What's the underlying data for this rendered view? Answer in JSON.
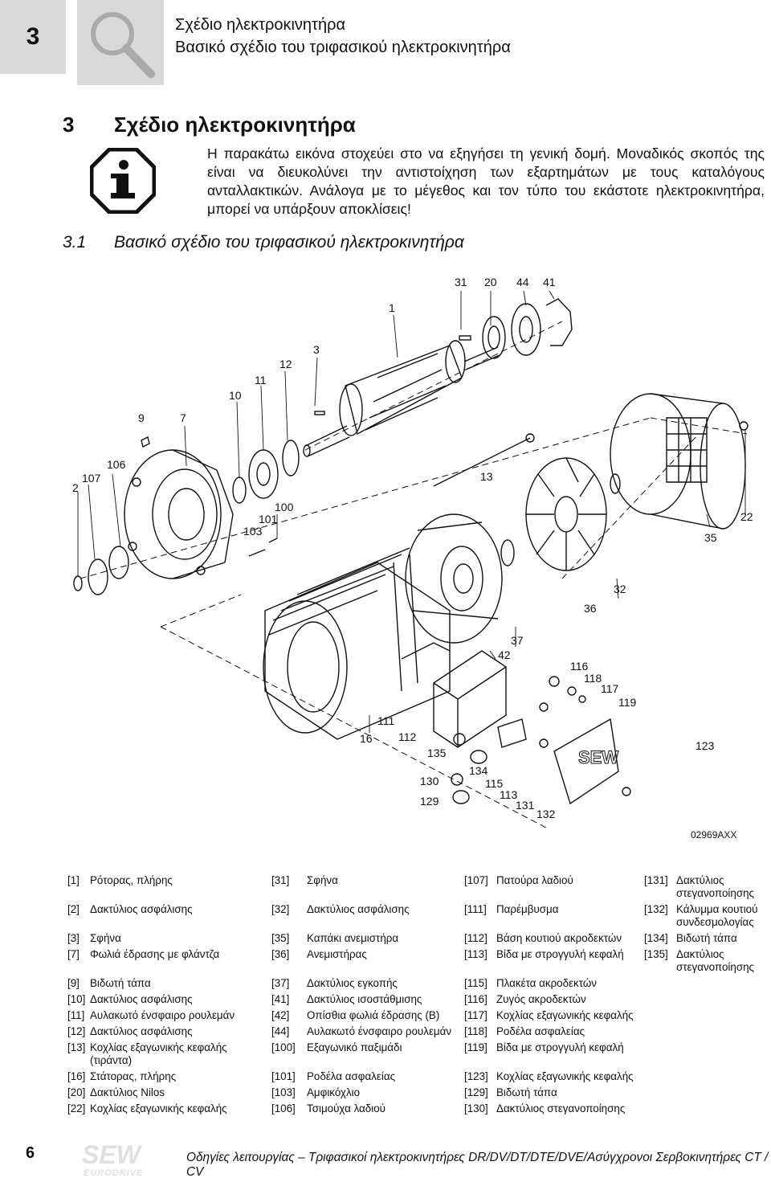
{
  "header": {
    "chapter_number": "3",
    "title": "Σχέδιο ηλεκτροκινητήρα",
    "subtitle": "Βασικό σχέδιο του τριφασικού ηλεκτροκινητήρα",
    "icon": "magnifier-icon"
  },
  "section": {
    "number": "3",
    "title": "Σχέδιο ηλεκτροκινητήρα",
    "icon": "info-icon",
    "intro": "Η παρακάτω εικόνα στοχεύει στο να εξηγήσει τη γενική δομή. Μοναδικός σκοπός της είναι να διευκολύνει την αντιστοίχηση των εξαρτημάτων με τους καταλόγους ανταλλακτικών. Ανάλογα με το μέγεθος και τον τύπο του εκάστοτε ηλεκτροκινητήρα, μπορεί να υπάρξουν αποκλίσεις!"
  },
  "subsection": {
    "number": "3.1",
    "title": "Βασικό σχέδιο του τριφασικού ηλεκτροκινητήρα"
  },
  "drawing": {
    "labels": [
      "1",
      "31",
      "20",
      "44",
      "41",
      "3",
      "12",
      "11",
      "10",
      "9",
      "7",
      "2",
      "107",
      "106",
      "13",
      "100",
      "101",
      "103",
      "22",
      "35",
      "32",
      "36",
      "37",
      "42",
      "116",
      "118",
      "117",
      "119",
      "111",
      "16",
      "112",
      "135",
      "134",
      "130",
      "115",
      "113",
      "129",
      "131",
      "132",
      "123"
    ],
    "code": "02969AXX"
  },
  "parts": [
    [
      [
        "[1]",
        "Ρότορας, πλήρης"
      ],
      [
        "[31]",
        "Σφήνα"
      ],
      [
        "[107]",
        "Πατούρα λαδιού"
      ],
      [
        "[131]",
        "Δακτύλιος στεγανοποίησης"
      ]
    ],
    [
      [
        "[2]",
        "Δακτύλιος ασφάλισης"
      ],
      [
        "[32]",
        "Δακτύλιος ασφάλισης"
      ],
      [
        "[111]",
        "Παρέμβυσμα"
      ],
      [
        "[132]",
        "Κάλυμμα κουτιού συνδεσμολογίας"
      ]
    ],
    [
      [
        "[3]",
        "Σφήνα"
      ],
      [
        "[35]",
        "Καπάκι ανεμιστήρα"
      ],
      [
        "[112]",
        "Βάση κουτιού ακροδεκτών"
      ],
      [
        "[134]",
        "Βιδωτή τάπα"
      ]
    ],
    [
      [
        "[7]",
        "Φωλιά έδρασης με φλάντζα"
      ],
      [
        "[36]",
        "Ανεμιστήρας"
      ],
      [
        "[113]",
        "Βίδα με στρογγυλή κεφαλή"
      ],
      [
        "[135]",
        "Δακτύλιος στεγανοποίησης"
      ]
    ],
    [
      [
        "[9]",
        "Βιδωτή τάπα"
      ],
      [
        "[37]",
        "Δακτύλιος εγκοπής"
      ],
      [
        "[115]",
        "Πλακέτα ακροδεκτών"
      ],
      [
        "",
        ""
      ]
    ],
    [
      [
        "[10]",
        "Δακτύλιος ασφάλισης"
      ],
      [
        "[41]",
        "Δακτύλιος ισοστάθμισης"
      ],
      [
        "[116]",
        "Ζυγός ακροδεκτών"
      ],
      [
        "",
        ""
      ]
    ],
    [
      [
        "[11]",
        "Αυλακωτό ένσφαιρο ρουλεμάν"
      ],
      [
        "[42]",
        "Οπίσθια φωλιά έδρασης (Β)"
      ],
      [
        "[117]",
        "Κοχλίας εξαγωνικής κεφαλής"
      ],
      [
        "",
        ""
      ]
    ],
    [
      [
        "[12]",
        "Δακτύλιος ασφάλισης"
      ],
      [
        "[44]",
        "Αυλακωτό ένσφαιρο ρουλεμάν"
      ],
      [
        "[118]",
        "Ροδέλα ασφαλείας"
      ],
      [
        "",
        ""
      ]
    ],
    [
      [
        "[13]",
        "Κοχλίας εξαγωνικής κεφαλής (τιράντα)"
      ],
      [
        "[100]",
        "Εξαγωνικό παξιμάδι"
      ],
      [
        "[119]",
        "Βίδα με στρογγυλή κεφαλή"
      ],
      [
        "",
        ""
      ]
    ],
    [
      [
        "[16]",
        "Στάτορας, πλήρης"
      ],
      [
        "[101]",
        "Ροδέλα ασφαλείας"
      ],
      [
        "[123]",
        "Κοχλίας εξαγωνικής κεφαλής"
      ],
      [
        "",
        ""
      ]
    ],
    [
      [
        "[20]",
        "Δακτύλιος Nilos"
      ],
      [
        "[103]",
        "Αμφικόχλιο"
      ],
      [
        "[129]",
        "Βιδωτή τάπα"
      ],
      [
        "",
        ""
      ]
    ],
    [
      [
        "[22]",
        "Κοχλίας εξαγωνικής κεφαλής"
      ],
      [
        "[106]",
        "Τσιμούχα λαδιού"
      ],
      [
        "[130]",
        "Δακτύλιος στεγανοποίησης"
      ],
      [
        "",
        ""
      ]
    ]
  ],
  "footer": {
    "page": "6",
    "logo_text": "SEW EURODRIVE",
    "text": "Οδηγίες λειτουργίας – Τριφασικοί ηλεκτροκινητήρες DR/DV/DT/DTE/DVE/Ασύγχρονοι Σερβοκινητήρες CT / CV"
  }
}
